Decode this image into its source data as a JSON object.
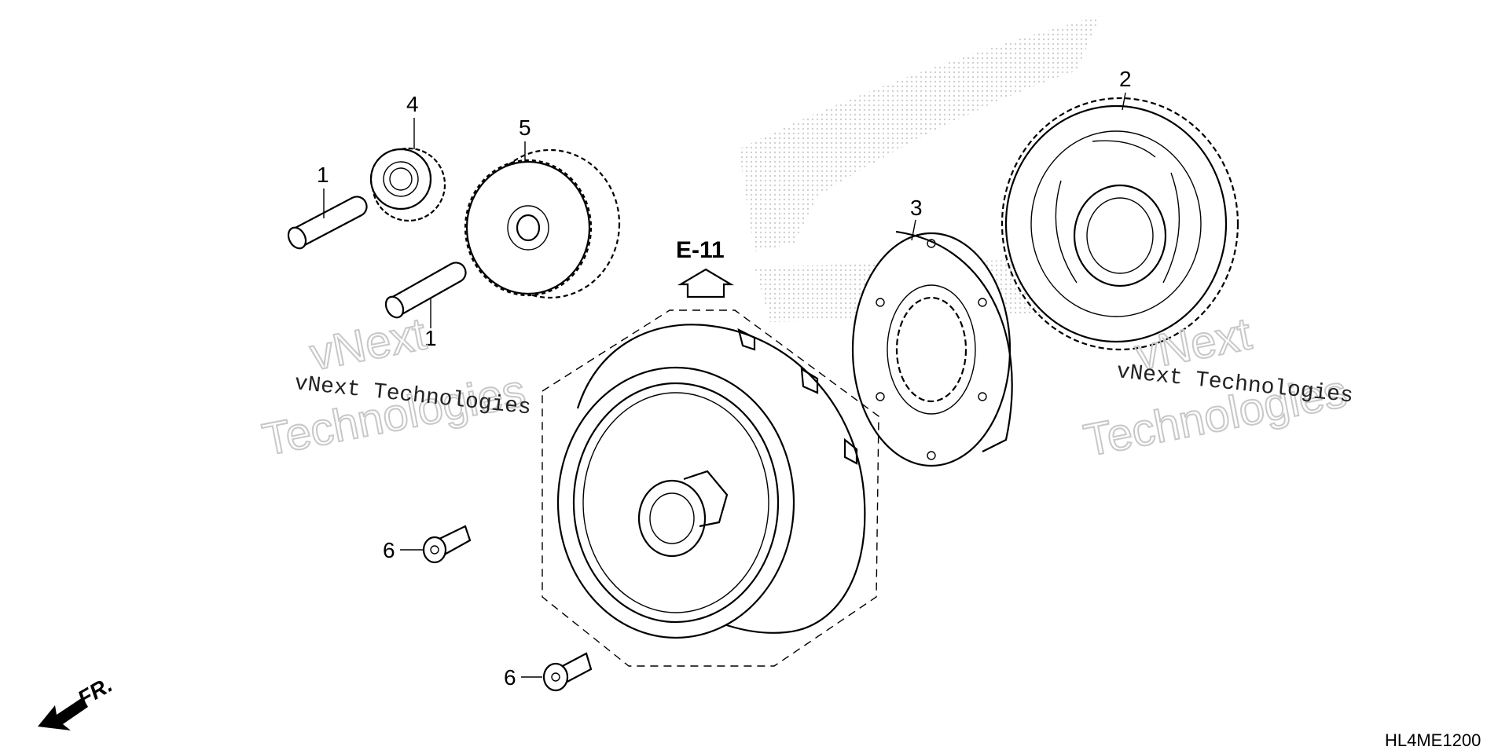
{
  "diagram": {
    "callouts": [
      {
        "id": "c1a",
        "label": "1"
      },
      {
        "id": "c1b",
        "label": "1"
      },
      {
        "id": "c2",
        "label": "2"
      },
      {
        "id": "c3",
        "label": "3"
      },
      {
        "id": "c4",
        "label": "4"
      },
      {
        "id": "c5",
        "label": "5"
      },
      {
        "id": "c6a",
        "label": "6"
      },
      {
        "id": "c6b",
        "label": "6"
      }
    ],
    "reference": "E-11",
    "diagram_code": "HL4ME1200",
    "direction_label": "FR.",
    "watermark": {
      "line1": "vNext Technologies",
      "line2a": "vNext",
      "line2b": "Technologies"
    },
    "colors": {
      "ink": "#000000",
      "watermark": "#c8c8c8",
      "dots": "#cfcfcf"
    }
  }
}
